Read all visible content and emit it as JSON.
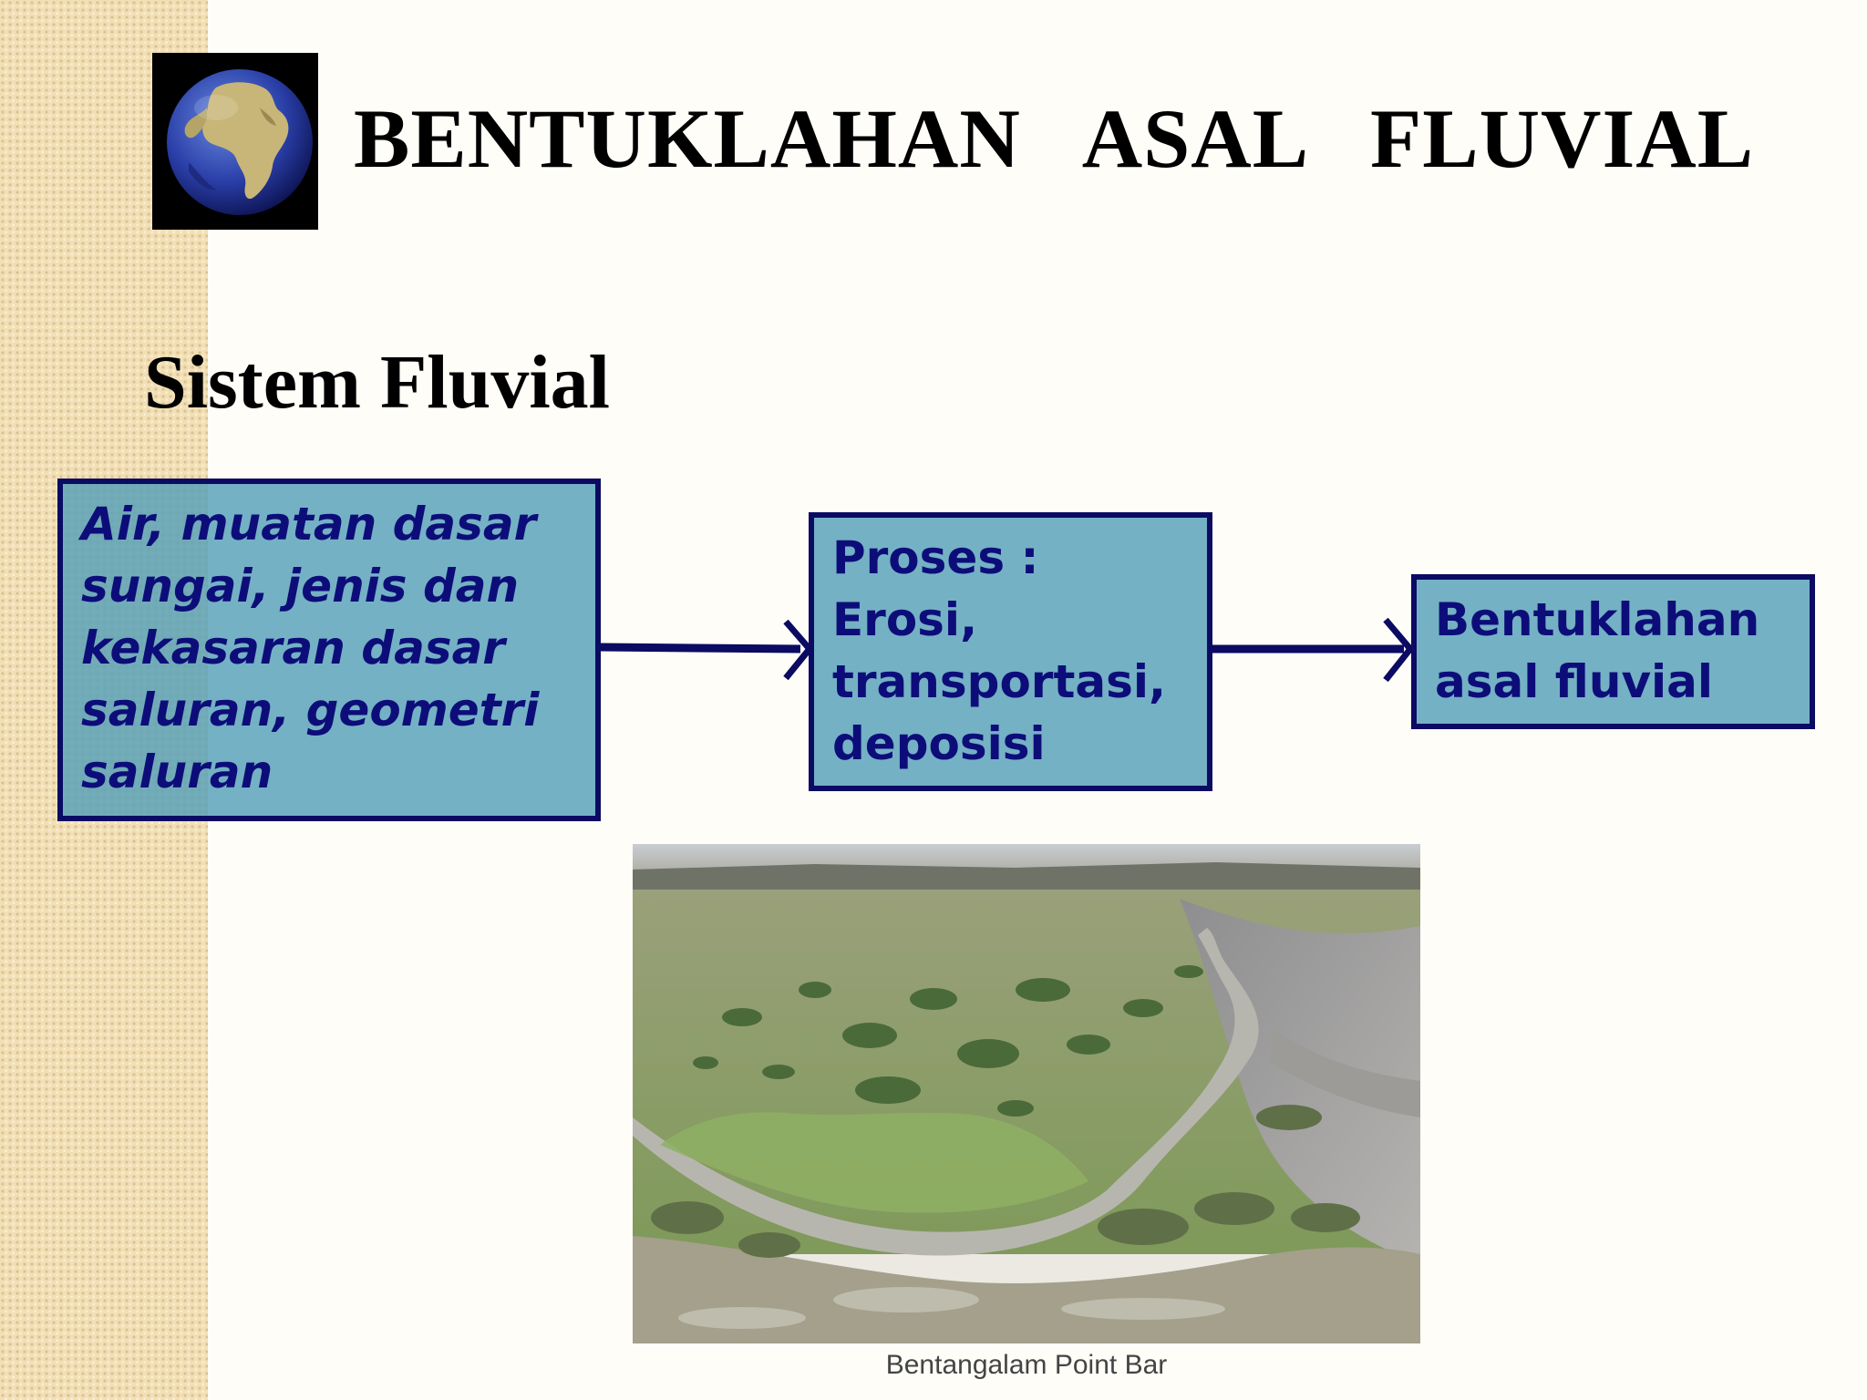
{
  "slide": {
    "title": "BENTUKLAHAN   ASAL   FLUVIAL",
    "subtitle": "Sistem Fluvial",
    "logo_icon": "globe-icon"
  },
  "flow": {
    "input_lines": [
      "Air, muatan dasar",
      "sungai, jenis dan",
      "kekasaran dasar",
      "saluran, geometri",
      "saluran"
    ],
    "process_lines": [
      "Proses :",
      "Erosi,",
      "transportasi,",
      "deposisi"
    ],
    "output_lines": [
      "Bentuklahan",
      "asal fluvial"
    ]
  },
  "photo": {
    "caption": "Bentangalam Point Bar"
  },
  "colors": {
    "box_fill": "#56a0b8",
    "box_border": "#0b0b63",
    "box_text": "#0d0d7a",
    "band": "#f2dfb6",
    "arrow": "#0b0b63"
  }
}
